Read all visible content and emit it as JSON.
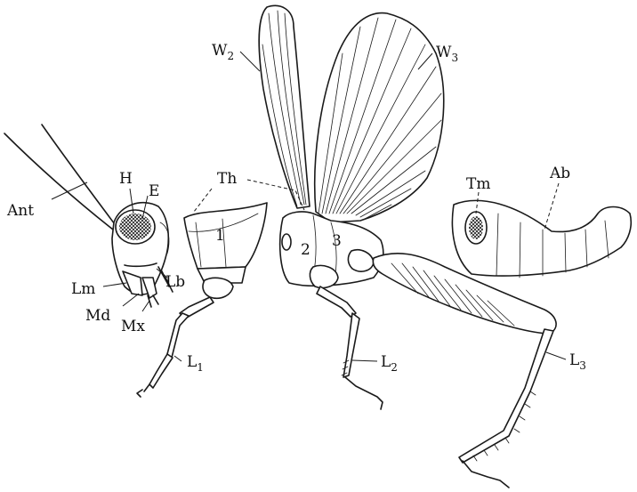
{
  "labels": {
    "ant": "Ant",
    "h": "H",
    "e": "E",
    "lm": "Lm",
    "lb": "Lb",
    "md": "Md",
    "mx": "Mx",
    "th": "Th",
    "seg1": "1",
    "seg2": "2",
    "seg3": "3",
    "w2": "W",
    "w2_sub": "2",
    "w3": "W",
    "w3_sub": "3",
    "l1": "L",
    "l1_sub": "1",
    "l2": "L",
    "l2_sub": "2",
    "l3": "L",
    "l3_sub": "3",
    "tm": "Tm",
    "ab": "Ab"
  }
}
